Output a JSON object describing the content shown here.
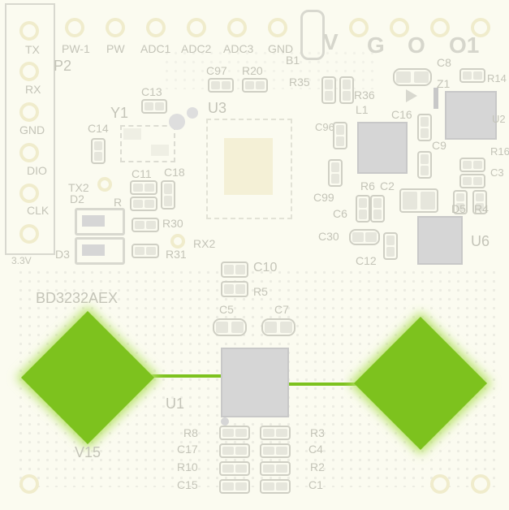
{
  "board": {
    "header_labels": [
      "PW-1",
      "PW",
      "ADC1",
      "ADC2",
      "ADC3",
      "GND",
      "B1"
    ],
    "left_header": {
      "name": "P2",
      "pins": [
        "TX",
        "RX",
        "GND",
        "DIO",
        "CLK",
        "3.3V"
      ]
    },
    "big_letters": [
      "V",
      "G",
      "O",
      "O1"
    ],
    "part_label": "BD3232AEX",
    "component_labels": {
      "y1": "Y1",
      "u3": "U3",
      "u1": "U1",
      "u2": "U2",
      "u6": "U6",
      "v15": "V15",
      "c13": "C13",
      "c14": "C14",
      "c11": "C11",
      "c18": "C18",
      "c97": "C97",
      "r20": "R20",
      "r35": "R35",
      "r36": "R36",
      "l1": "L1",
      "c16": "C16",
      "c96": "C96",
      "c99": "C99",
      "c9": "C9",
      "r6": "R6",
      "c2": "C2",
      "c6": "C6",
      "c30": "C30",
      "c12": "C12",
      "c3": "C3",
      "r16": "R16",
      "d5": "D5",
      "r4": "R4",
      "r14": "R14",
      "c8": "C8",
      "z1": "Z1",
      "tx2": "TX2",
      "d2": "D2",
      "r": "R",
      "r30": "R30",
      "r31": "R31",
      "d3": "D3",
      "rx2": "RX2",
      "c10": "C10",
      "r5": "R5",
      "c5": "C5",
      "c7": "C7",
      "r8": "R8",
      "c17": "C17",
      "r10": "R10",
      "c15": "C15",
      "r3": "R3",
      "c4": "C4",
      "r2": "R2",
      "c1": "C1"
    },
    "colors": {
      "background": "#fbfbf0",
      "silkscreen": "#c4c4b8",
      "pad_ring": "#f0eccc",
      "diamond": "#7dc21e",
      "chip": "#d6d6d6"
    }
  }
}
